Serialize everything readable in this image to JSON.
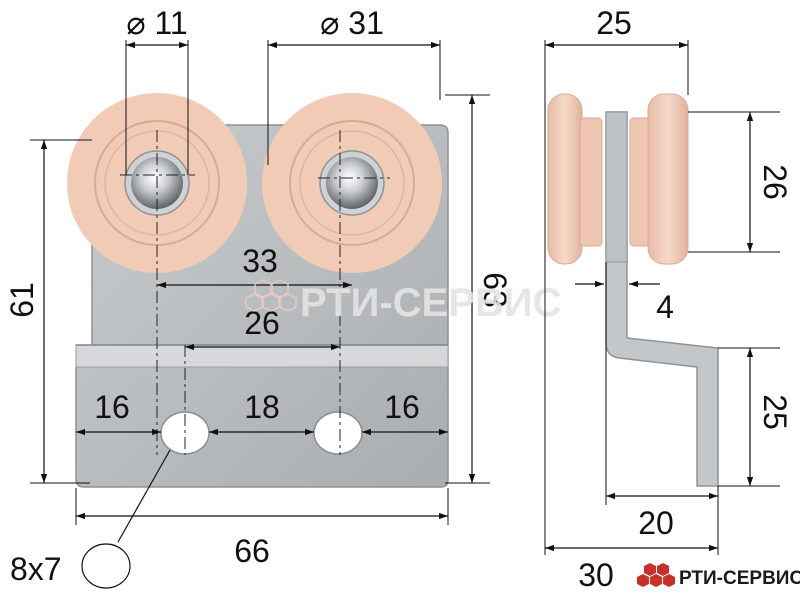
{
  "diagram": {
    "front_view": {
      "small_bore_diameter": "⌀ 11",
      "roller_diameter": "⌀ 31",
      "roller_spacing": "33",
      "plate_height": "61",
      "overall_height": "63",
      "upper_hole_spacing": "26",
      "left_edge_to_hole": "16",
      "hole_to_hole": "18",
      "hole_to_right_edge": "16",
      "plate_width": "66",
      "slot_size": "8x7"
    },
    "side_view": {
      "roller_width": "25",
      "roller_height": "26",
      "plate_thickness": "4",
      "bend_height": "25",
      "bend_offset": "20",
      "overall_depth": "30"
    }
  },
  "watermark": "РТИ-СЕРВИС",
  "brand": {
    "name": "РТИ-СЕРВИС",
    "logo_icon": "honeycomb-hexagons-icon"
  },
  "colors": {
    "roller": "#f2cbb6",
    "roller_dark": "#d9a993",
    "metal_plate": "#bfc2c4",
    "metal_dark": "#8e9295",
    "dimension_line": "#111111",
    "logo_red": "#c8302a"
  }
}
